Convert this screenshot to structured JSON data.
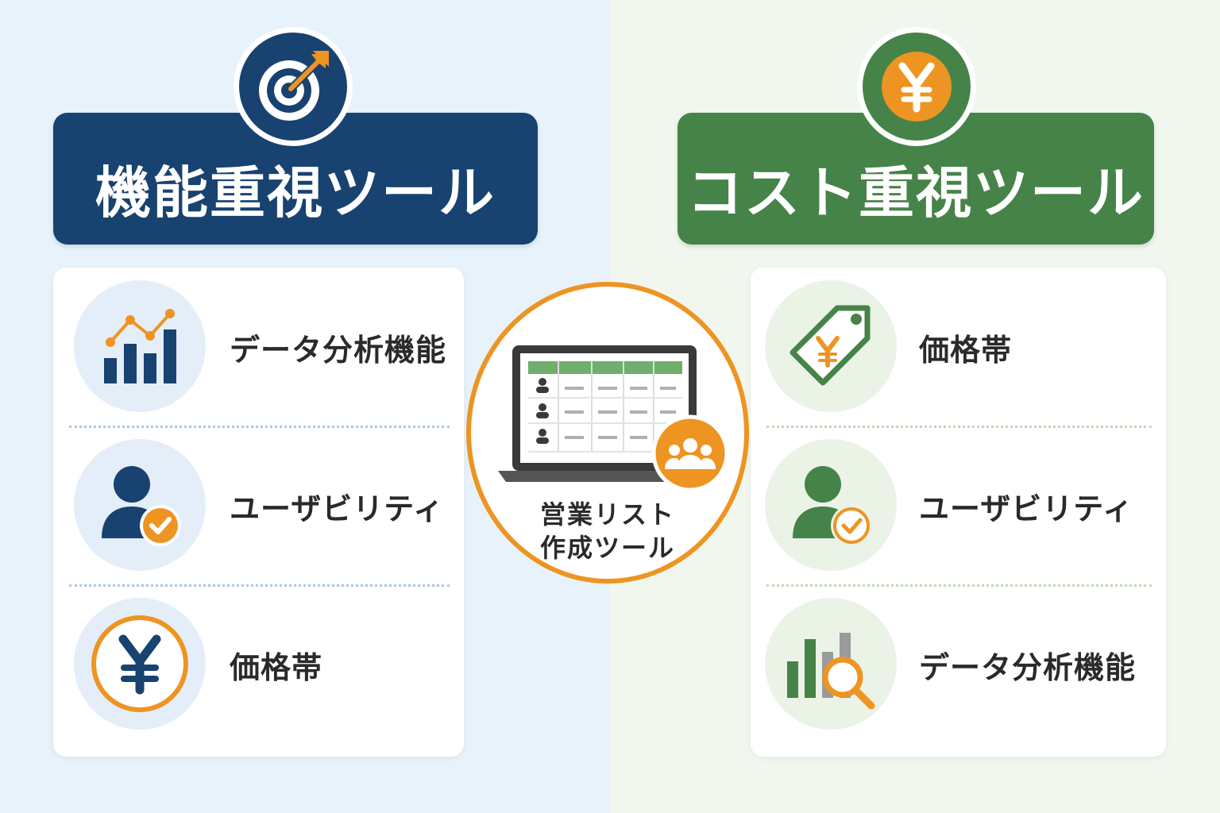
{
  "colors": {
    "navy": "#184270",
    "green": "#468348",
    "orange": "#ee9422",
    "text": "#2a2a2a"
  },
  "left": {
    "title": "機能重視ツール",
    "badge_icon": "target-arrow-icon",
    "items": [
      {
        "label": "データ分析機能",
        "icon": "line-bar-chart-icon"
      },
      {
        "label": "ユーザビリティ",
        "icon": "user-check-icon"
      },
      {
        "label": "価格帯",
        "icon": "yen-circle-icon"
      }
    ]
  },
  "center": {
    "line1": "営業リスト",
    "line2": "作成ツール",
    "icon": "laptop-spreadsheet-icon",
    "badge_icon": "team-icon"
  },
  "right": {
    "title": "コスト重視ツール",
    "badge_icon": "yen-coin-icon",
    "items": [
      {
        "label": "価格帯",
        "icon": "price-tag-yen-icon"
      },
      {
        "label": "ユーザビリティ",
        "icon": "user-check-icon"
      },
      {
        "label": "データ分析機能",
        "icon": "bar-chart-search-icon"
      }
    ]
  }
}
